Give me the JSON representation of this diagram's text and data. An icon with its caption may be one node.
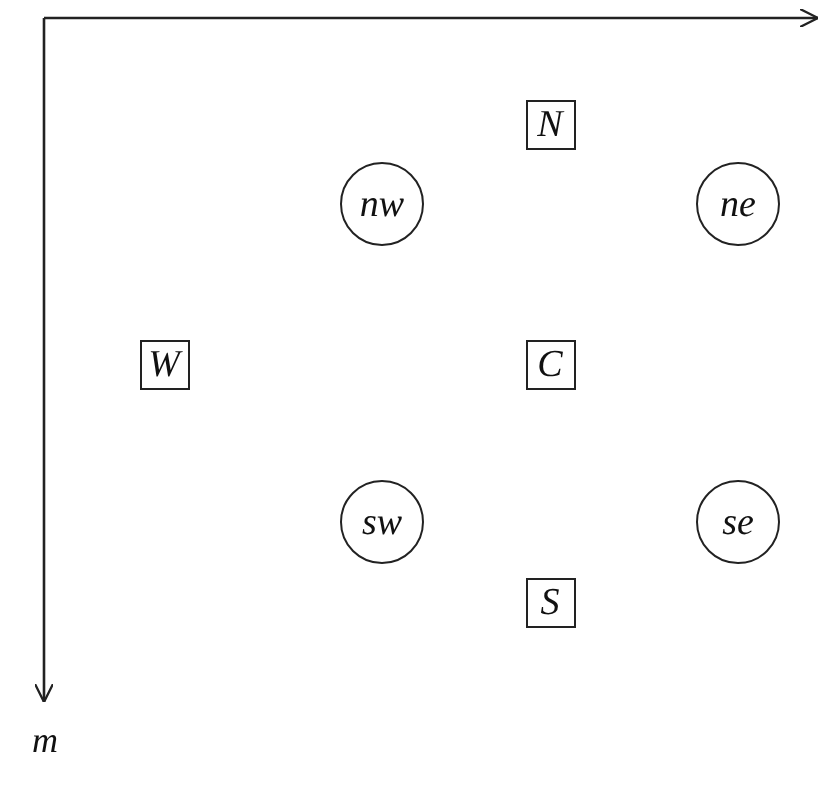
{
  "diagram": {
    "nodes": [
      {
        "text": [
          "N"
        ]
      },
      {
        "text": [
          "nw"
        ]
      },
      {
        "text": [
          "ne"
        ]
      },
      {
        "text": [
          "W"
        ]
      },
      {
        "text": [
          "C"
        ]
      },
      {
        "text": [
          "sw"
        ]
      },
      {
        "text": [
          "se"
        ]
      },
      {
        "text": [
          "S"
        ]
      }
    ],
    "labels": [
      "m"
    ]
  }
}
